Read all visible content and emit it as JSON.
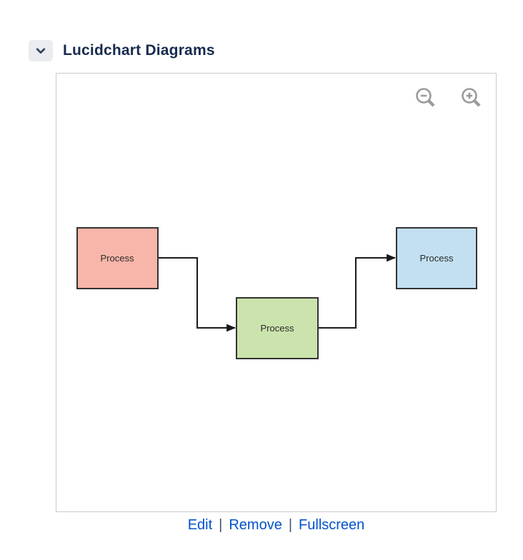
{
  "header": {
    "title": "Lucidchart Diagrams",
    "collapse_icon": "chevron-down",
    "title_color": "#172B4D",
    "collapse_button_bg": "#EBECF0",
    "chevron_color": "#344563"
  },
  "viewer": {
    "border_color": "#CBCBCB",
    "zoom_out_icon": "magnifier-minus",
    "zoom_in_icon": "magnifier-plus",
    "icon_color": "#9B9B9B"
  },
  "diagram": {
    "type": "flowchart",
    "nodes": [
      {
        "id": "node-1",
        "label": "Process",
        "fill": "#F8B5A9",
        "stroke": "#333333",
        "position": "left"
      },
      {
        "id": "node-2",
        "label": "Process",
        "fill": "#CBE3AC",
        "stroke": "#333333",
        "position": "center-lower"
      },
      {
        "id": "node-3",
        "label": "Process",
        "fill": "#C3E0F2",
        "stroke": "#333333",
        "position": "right"
      }
    ],
    "connectors": [
      {
        "from": "node-1",
        "to": "node-2",
        "style": "elbow",
        "arrowhead": "filled-triangle"
      },
      {
        "from": "node-2",
        "to": "node-3",
        "style": "elbow",
        "arrowhead": "filled-triangle"
      }
    ],
    "connector_color": "#1A1A1A"
  },
  "footer": {
    "links": [
      {
        "label": "Edit"
      },
      {
        "label": "Remove"
      },
      {
        "label": "Fullscreen"
      }
    ],
    "separator": "|",
    "link_color": "#0052CC"
  }
}
